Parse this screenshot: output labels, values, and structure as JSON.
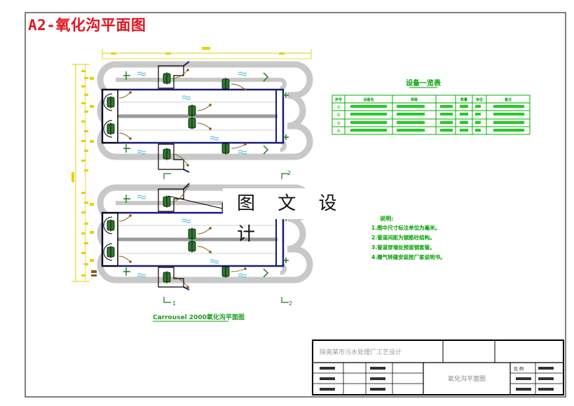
{
  "page_title": "A2-氧化沟平面图",
  "watermark": "图 文 设 计",
  "plan_caption": "Carrousel 2000氧化沟平面图",
  "equipment_table": {
    "title": "设备一览表",
    "headers": [
      "序号",
      "设备名",
      "规格",
      "",
      "数量",
      "单位",
      "备注"
    ],
    "row_numbers": [
      "①",
      "②",
      "③",
      "④"
    ]
  },
  "notes": {
    "heading": "说明:",
    "items": [
      "1.图中尺寸标注单位为毫米。",
      "2.管道间距为钢筋砼结构。",
      "3.管道穿墙处预留钢套管。",
      "4.曝气转碟安装按厂家说明书。"
    ]
  },
  "section_marks": {
    "one": "1",
    "two": "2"
  },
  "title_block": {
    "project": "陕南某市污水处理厂工艺设计",
    "drawing_name": "氧化沟平面图",
    "scale_label": "比 例"
  },
  "colors": {
    "frame": "#000000",
    "title_red": "#e0141e",
    "dimension_yellow": "#e6d200",
    "table_green": "#00b000",
    "channel_navy": "#1a1a7a",
    "aerator_green": "#2f7a2f",
    "pipe_brown": "#8a5a1a",
    "flow_cyan": "#35b7d8"
  }
}
